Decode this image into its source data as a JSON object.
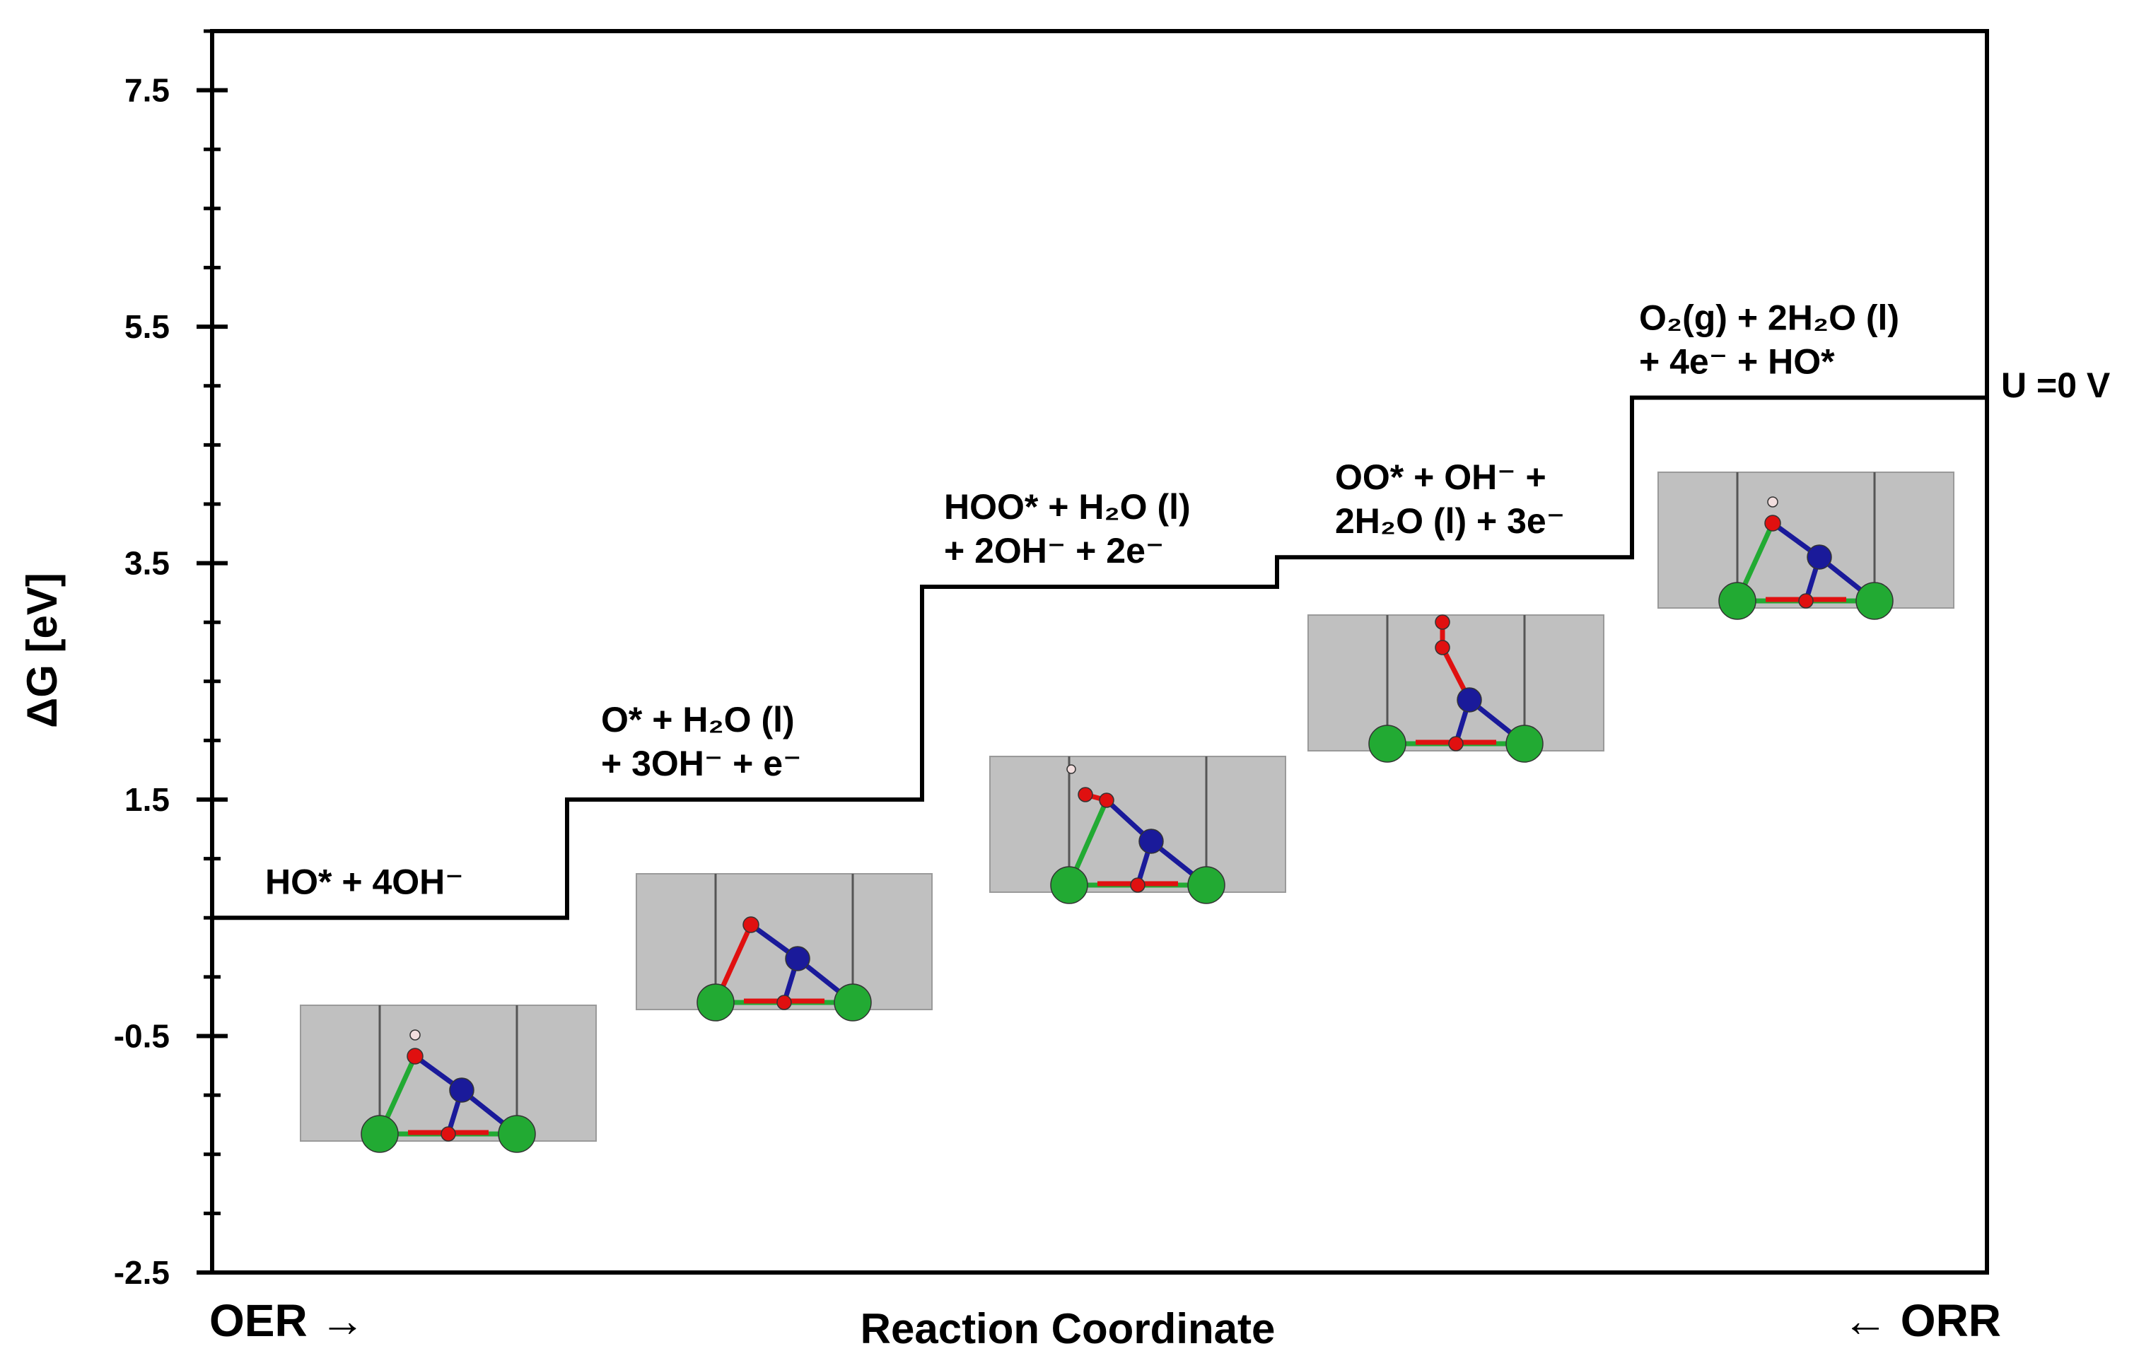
{
  "chart_data": {
    "type": "line",
    "subtype": "step",
    "ylabel": "ΔG [eV]",
    "xlabel": "Reaction Coordinate",
    "ylim": [
      -2.5,
      8.0
    ],
    "yticks": [
      "7.5",
      "5.5",
      "3.5",
      "1.5",
      "-0.5",
      "-2.5"
    ],
    "ytick_values": [
      7.5,
      5.5,
      3.5,
      1.5,
      -0.5,
      -2.5
    ],
    "minor_tick_step": 0.5,
    "series": [
      {
        "values": [
          0.5,
          1.5,
          3.3,
          3.55,
          4.9
        ]
      }
    ],
    "steps": [
      {
        "label_lines": [
          "HO* +  4OH⁻"
        ],
        "value": 0.5
      },
      {
        "label_lines": [
          "O* + H₂O (l)",
          "+ 3OH⁻ + e⁻"
        ],
        "value": 1.5
      },
      {
        "label_lines": [
          "HOO* + H₂O (l)",
          "+ 2OH⁻ + 2e⁻"
        ],
        "value": 3.3
      },
      {
        "label_lines": [
          "OO* + OH⁻ +",
          "2H₂O (l) + 3e⁻"
        ],
        "value": 3.55
      },
      {
        "label_lines": [
          "O₂(g) + 2H₂O (l)",
          "+ 4e⁻ + HO*"
        ],
        "value": 4.9
      }
    ],
    "annotation": "U =0 V",
    "direction_left": "OER →",
    "direction_right": "← ORR",
    "grid": false
  },
  "colors": {
    "line": "#000000",
    "cell_background": "#c0c0c0",
    "metal_atom": "#22aa33",
    "oxygen_atom": "#e01010",
    "nitrogen_atom": "#1a1a9a",
    "hydrogen_atom": "#f2dede"
  },
  "molecules": [
    "oh",
    "o",
    "ooh",
    "oo",
    "oh"
  ]
}
